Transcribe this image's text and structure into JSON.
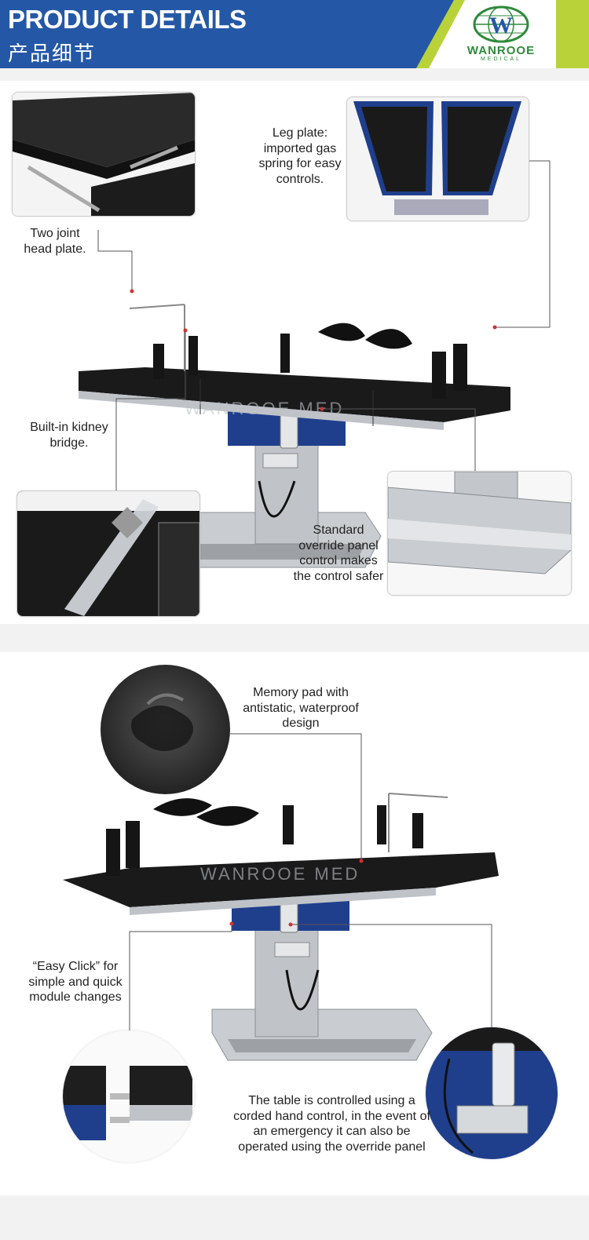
{
  "header": {
    "title": "PRODUCT DETAILS",
    "subtitle": "产品细节",
    "brand_name": "WANROOE",
    "brand_sub": "MEDICAL",
    "brand_initial": "W"
  },
  "section1": {
    "leg_plate": "Leg plate: imported gas spring for easy controls.",
    "head_plate": "Two joint head plate.",
    "kidney_bridge": "Built-in kidney bridge.",
    "override_panel": "Standard override panel control makes the control safer"
  },
  "section2": {
    "memory_pad": "Memory pad with antistatic, waterproof design",
    "easy_click": "“Easy Click” for simple and quick module changes",
    "hand_control": "The table is controlled using a corded hand control, in the event of an emergency it can also be operated using the override panel"
  },
  "watermark": "WANROOE MED",
  "colors": {
    "header_blue": "#2458a6",
    "brand_green": "#b9d23a",
    "logo_green": "#2e8a3a",
    "table_blue": "#1f3f8c"
  }
}
